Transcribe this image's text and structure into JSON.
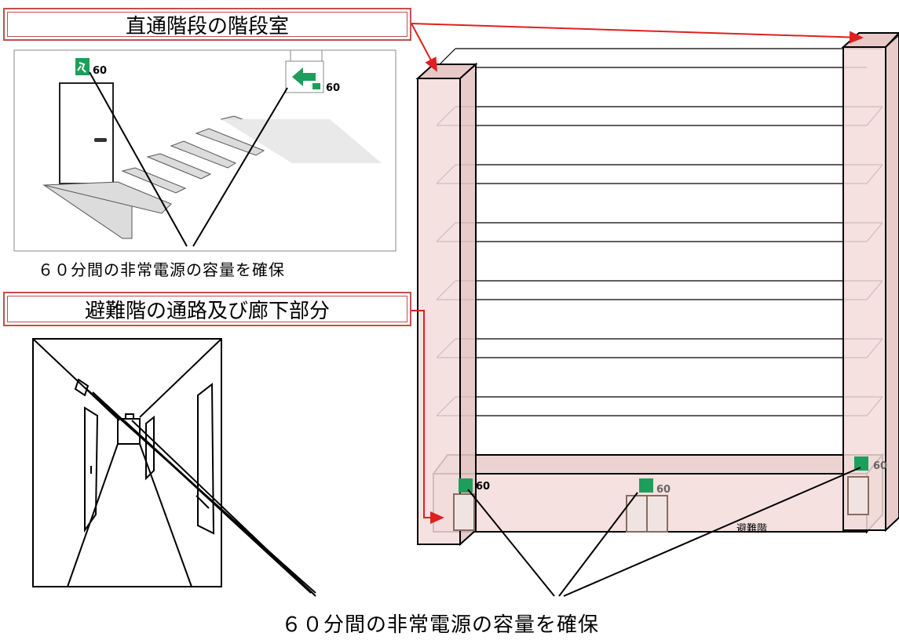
{
  "titles": {
    "stair_room": "直通階段の階段室",
    "evac_corridor": "避難階の通路及び廊下部分"
  },
  "captions": {
    "stair_capacity": "６０分間の非常電源の容量を確保",
    "bottom_capacity": "６０分間の非常電源の容量を確保"
  },
  "sign_labels": {
    "stair_door_sign": "60",
    "stair_arrow_sign": "60",
    "bldg_sign_left": "60",
    "bldg_sign_center": "60",
    "bldg_sign_right": "60"
  },
  "building": {
    "floor_label": "避難階"
  },
  "colors": {
    "callout_red": "#e02020",
    "title_border": "#c0504d",
    "shaft_fill": "#f2dcdb",
    "sign_green": "#1e9e5a"
  },
  "icons": [
    "emergency-exit-sign-icon",
    "exit-arrow-sign-icon",
    "door-knob-icon"
  ]
}
